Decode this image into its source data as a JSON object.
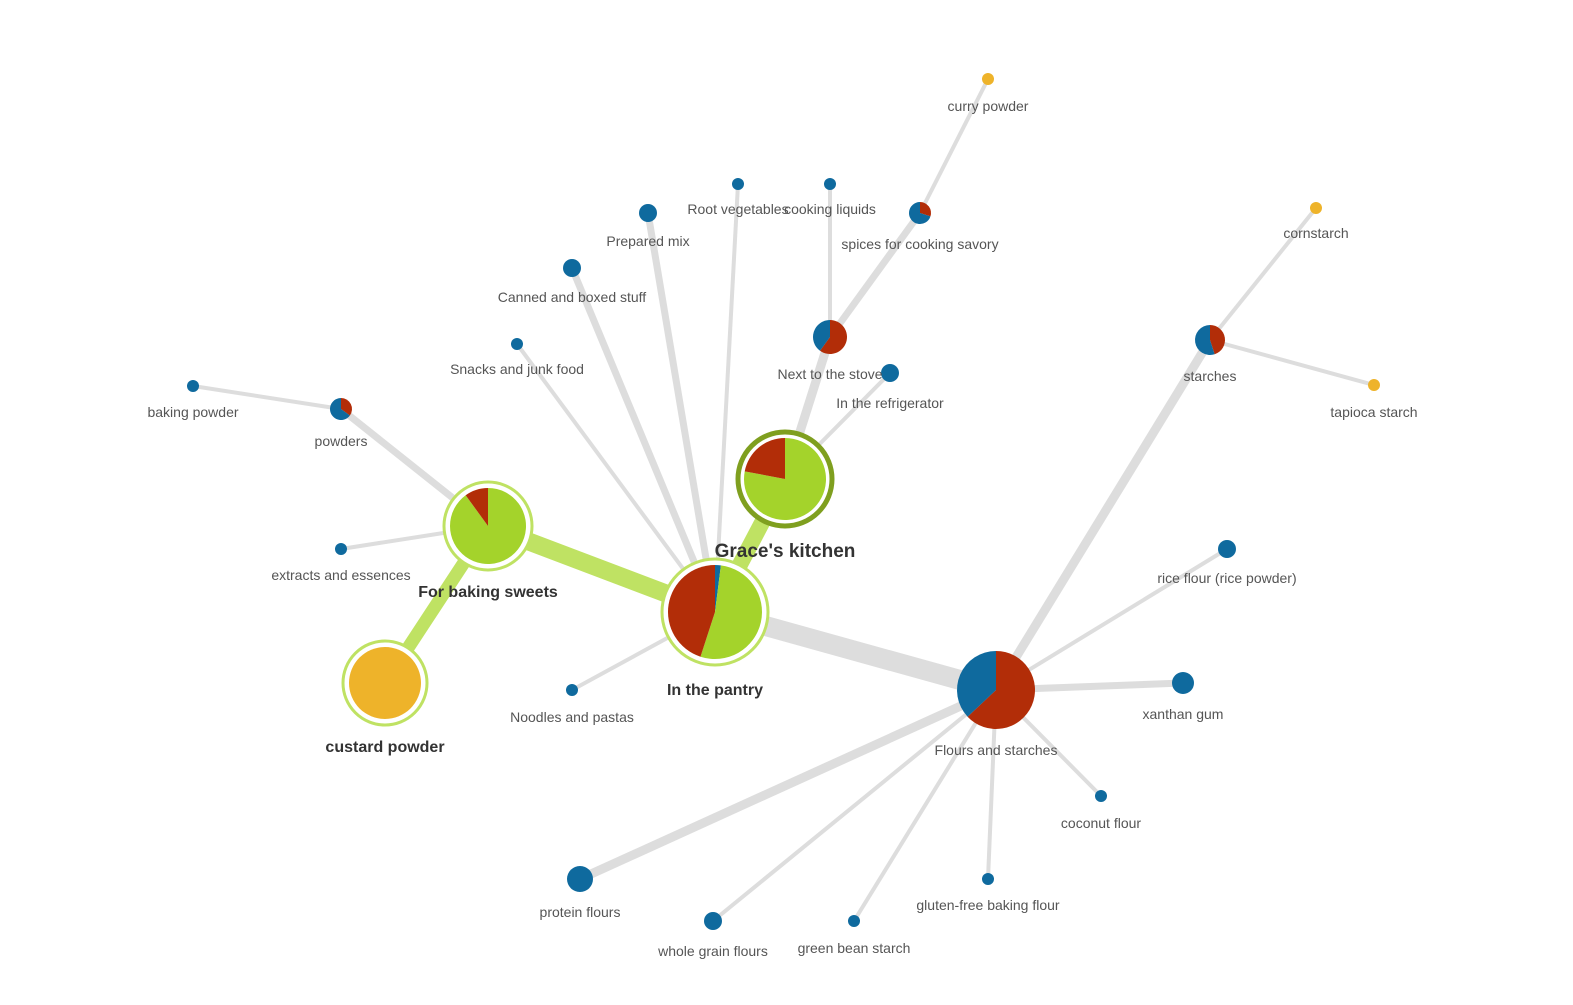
{
  "colors": {
    "blue": "#0f6a9e",
    "red": "#b22d08",
    "green": "#a4d32b",
    "yellow": "#eeb32a",
    "edge_gray": "#dddddd",
    "edge_green": "#bfe263",
    "ring_green": "#bfe263",
    "ring_dark_green": "#7f9f1f"
  },
  "nodes": [
    {
      "id": "graces-kitchen",
      "label": "Grace's kitchen",
      "kind": "hub",
      "pie": [
        {
          "color": "green",
          "value": 0.78
        },
        {
          "color": "red",
          "value": 0.22
        }
      ],
      "ring": "ring_dark_green"
    },
    {
      "id": "in-the-pantry",
      "label": "In the pantry",
      "kind": "hub",
      "pie": [
        {
          "color": "blue",
          "value": 0.02
        },
        {
          "color": "green",
          "value": 0.53
        },
        {
          "color": "red",
          "value": 0.45
        }
      ],
      "ring": "ring_green"
    },
    {
      "id": "for-baking-sweets",
      "label": "For baking sweets",
      "kind": "hub",
      "pie": [
        {
          "color": "green",
          "value": 0.9
        },
        {
          "color": "red",
          "value": 0.1
        }
      ],
      "ring": "ring_green"
    },
    {
      "id": "custard-powder",
      "label": "custard powder",
      "kind": "hub",
      "pie": [
        {
          "color": "yellow",
          "value": 1
        }
      ],
      "ring": "ring_green"
    },
    {
      "id": "flours-and-starches",
      "label": "Flours and starches",
      "kind": "group",
      "pie": [
        {
          "color": "red",
          "value": 0.63
        },
        {
          "color": "blue",
          "value": 0.37
        }
      ]
    },
    {
      "id": "next-to-the-stove",
      "label": "Next to the stove",
      "kind": "group",
      "pie": [
        {
          "color": "red",
          "value": 0.6
        },
        {
          "color": "blue",
          "value": 0.4
        }
      ]
    },
    {
      "id": "spices-for-cooking-savory",
      "label": "spices for cooking savory",
      "kind": "group",
      "pie": [
        {
          "color": "red",
          "value": 0.3
        },
        {
          "color": "blue",
          "value": 0.7
        }
      ]
    },
    {
      "id": "starches",
      "label": "starches",
      "kind": "group",
      "pie": [
        {
          "color": "red",
          "value": 0.45
        },
        {
          "color": "blue",
          "value": 0.55
        }
      ]
    },
    {
      "id": "powders",
      "label": "powders",
      "kind": "group",
      "pie": [
        {
          "color": "red",
          "value": 0.35
        },
        {
          "color": "blue",
          "value": 0.65
        }
      ]
    },
    {
      "id": "curry-powder",
      "label": "curry powder",
      "kind": "leaf",
      "color": "yellow"
    },
    {
      "id": "root-vegetables",
      "label": "Root vegetables",
      "kind": "leaf",
      "color": "blue"
    },
    {
      "id": "cooking-liquids",
      "label": "cooking liquids",
      "kind": "leaf",
      "color": "blue"
    },
    {
      "id": "prepared-mix",
      "label": "Prepared mix",
      "kind": "leaf",
      "color": "blue"
    },
    {
      "id": "cornstarch",
      "label": "cornstarch",
      "kind": "leaf",
      "color": "yellow"
    },
    {
      "id": "canned-and-boxed-stuff",
      "label": "Canned and boxed stuff",
      "kind": "leaf",
      "color": "blue"
    },
    {
      "id": "snacks-and-junk-food",
      "label": "Snacks and junk food",
      "kind": "leaf",
      "color": "blue"
    },
    {
      "id": "in-the-refrigerator",
      "label": "In the refrigerator",
      "kind": "leaf",
      "color": "blue"
    },
    {
      "id": "tapioca-starch",
      "label": "tapioca starch",
      "kind": "leaf",
      "color": "yellow"
    },
    {
      "id": "baking-powder",
      "label": "baking powder",
      "kind": "leaf",
      "color": "blue"
    },
    {
      "id": "extracts-and-essences",
      "label": "extracts and essences",
      "kind": "leaf",
      "color": "blue"
    },
    {
      "id": "rice-flour",
      "label": "rice flour (rice powder)",
      "kind": "leaf",
      "color": "blue"
    },
    {
      "id": "xanthan-gum",
      "label": "xanthan gum",
      "kind": "leaf",
      "color": "blue"
    },
    {
      "id": "noodles-and-pastas",
      "label": "Noodles and pastas",
      "kind": "leaf",
      "color": "blue"
    },
    {
      "id": "coconut-flour",
      "label": "coconut flour",
      "kind": "leaf",
      "color": "blue"
    },
    {
      "id": "gluten-free-baking-flour",
      "label": "gluten-free baking flour",
      "kind": "leaf",
      "color": "blue"
    },
    {
      "id": "protein-flours",
      "label": "protein flours",
      "kind": "leaf",
      "color": "blue"
    },
    {
      "id": "whole-grain-flours",
      "label": "whole grain flours",
      "kind": "leaf",
      "color": "blue"
    },
    {
      "id": "green-bean-starch",
      "label": "green bean starch",
      "kind": "leaf",
      "color": "blue"
    }
  ],
  "edges": [
    {
      "from": "in-the-pantry",
      "to": "graces-kitchen",
      "color": "edge_green"
    },
    {
      "from": "in-the-pantry",
      "to": "for-baking-sweets",
      "color": "edge_green"
    },
    {
      "from": "for-baking-sweets",
      "to": "custard-powder",
      "color": "edge_green"
    },
    {
      "from": "graces-kitchen",
      "to": "next-to-the-stove",
      "color": "edge_gray"
    },
    {
      "from": "graces-kitchen",
      "to": "in-the-refrigerator",
      "color": "edge_gray"
    },
    {
      "from": "next-to-the-stove",
      "to": "spices-for-cooking-savory",
      "color": "edge_gray"
    },
    {
      "from": "next-to-the-stove",
      "to": "cooking-liquids",
      "color": "edge_gray"
    },
    {
      "from": "spices-for-cooking-savory",
      "to": "curry-powder",
      "color": "edge_gray"
    },
    {
      "from": "in-the-pantry",
      "to": "root-vegetables",
      "color": "edge_gray"
    },
    {
      "from": "in-the-pantry",
      "to": "prepared-mix",
      "color": "edge_gray"
    },
    {
      "from": "in-the-pantry",
      "to": "canned-and-boxed-stuff",
      "color": "edge_gray"
    },
    {
      "from": "in-the-pantry",
      "to": "snacks-and-junk-food",
      "color": "edge_gray"
    },
    {
      "from": "in-the-pantry",
      "to": "noodles-and-pastas",
      "color": "edge_gray"
    },
    {
      "from": "in-the-pantry",
      "to": "flours-and-starches",
      "color": "edge_gray"
    },
    {
      "from": "for-baking-sweets",
      "to": "powders",
      "color": "edge_gray"
    },
    {
      "from": "for-baking-sweets",
      "to": "extracts-and-essences",
      "color": "edge_gray"
    },
    {
      "from": "powders",
      "to": "baking-powder",
      "color": "edge_gray"
    },
    {
      "from": "flours-and-starches",
      "to": "starches",
      "color": "edge_gray"
    },
    {
      "from": "starches",
      "to": "cornstarch",
      "color": "edge_gray"
    },
    {
      "from": "starches",
      "to": "tapioca-starch",
      "color": "edge_gray"
    },
    {
      "from": "flours-and-starches",
      "to": "rice-flour",
      "color": "edge_gray"
    },
    {
      "from": "flours-and-starches",
      "to": "xanthan-gum",
      "color": "edge_gray"
    },
    {
      "from": "flours-and-starches",
      "to": "coconut-flour",
      "color": "edge_gray"
    },
    {
      "from": "flours-and-starches",
      "to": "gluten-free-baking-flour",
      "color": "edge_gray"
    },
    {
      "from": "flours-and-starches",
      "to": "green-bean-starch",
      "color": "edge_gray"
    },
    {
      "from": "flours-and-starches",
      "to": "whole-grain-flours",
      "color": "edge_gray"
    },
    {
      "from": "flours-and-starches",
      "to": "protein-flours",
      "color": "edge_gray"
    }
  ]
}
